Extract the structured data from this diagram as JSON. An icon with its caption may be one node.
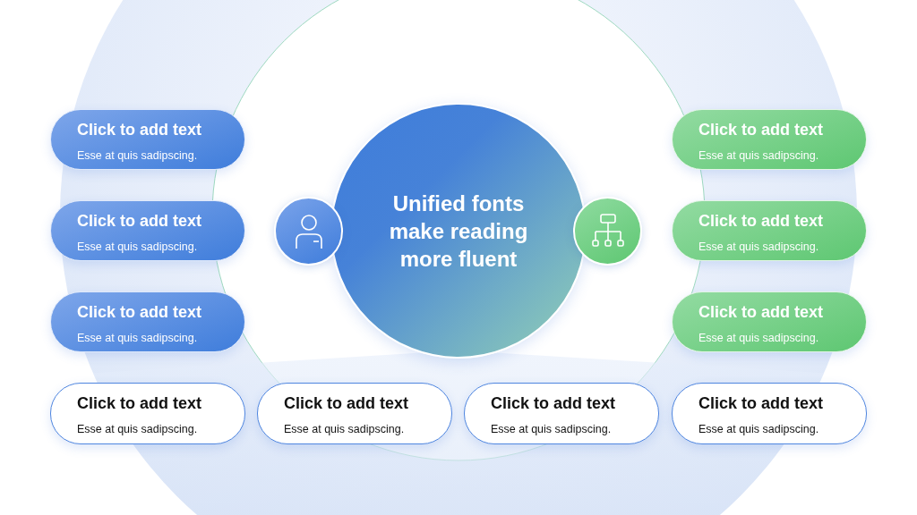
{
  "diagram": {
    "nodes": [
      {
        "text": [
          "Unified fonts make reading more fluent"
        ]
      },
      {
        "text": [],
        "shape": "circle"
      },
      {
        "text": [],
        "shape": "circle"
      },
      {
        "text": [
          "Click to add text",
          "Esse at quis sadipscing."
        ]
      },
      {
        "text": [
          "Click to add text",
          "Esse at quis sadipscing."
        ]
      },
      {
        "text": [
          "Click to add text",
          "Esse at quis sadipscing."
        ]
      },
      {
        "text": [
          "Click to add text",
          "Esse at quis sadipscing."
        ]
      },
      {
        "text": [
          "Click to add text",
          "Esse at quis sadipscing."
        ]
      },
      {
        "text": [
          "Click to add text",
          "Esse at quis sadipscing."
        ]
      },
      {
        "text": [
          "Click to add text",
          "Esse at quis sadipscing."
        ]
      },
      {
        "text": [
          "Click to add text",
          "Esse at quis sadipscing."
        ]
      },
      {
        "text": [
          "Click to add text",
          "Esse at quis sadipscing."
        ]
      },
      {
        "text": [
          "Click to add text",
          "Esse at quis sadipscing."
        ]
      }
    ],
    "edges": []
  }
}
